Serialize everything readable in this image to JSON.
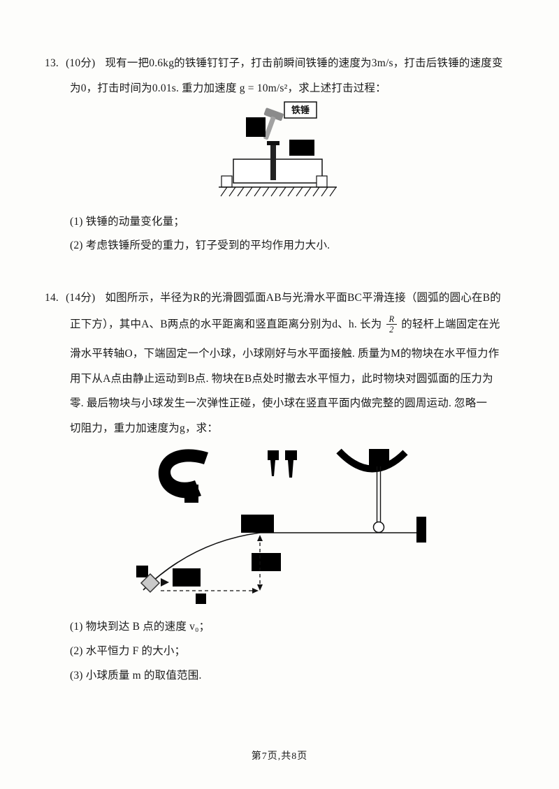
{
  "page": {
    "footer": "第7页,共8页"
  },
  "problem13": {
    "label": "13.",
    "score": "(10分)",
    "lines": {
      "l1": "现有一把0.6kg的铁锤钉钉子，打击前瞬间铁锤的速度为3m/s，打击后铁锤的速度变",
      "l2": "为0，打击时间为0.01s.  重力加速度 g = 10m/s²，求上述打击过程："
    },
    "figure": {
      "hammer_label": "铁锤"
    },
    "q1": "(1)  铁锤的动量变化量；",
    "q2": "(2)  考虑铁锤所受的重力，钉子受到的平均作用力大小."
  },
  "problem14": {
    "label": "14.",
    "score": "(14分)",
    "lines": {
      "l1": "如图所示，半径为R的光滑圆弧面AB与光滑水平面BC平滑连接（圆弧的圆心在B的",
      "l2a": "正下方），其中A、B两点的水平距离和竖直距离分别为d、h.  长为",
      "frac_num": "R",
      "frac_den": "2",
      "l2b": "的轻杆上端固定在光",
      "l3": "滑水平转轴O，下端固定一个小球，小球刚好与水平面接触.  质量为M的物块在水平恒力作",
      "l4": "用下从A点由静止运动到B点.  物块在B点处时撤去水平恒力，此时物块对圆弧面的压力为",
      "l5": "零.  最后物块与小球发生一次弹性正碰，使小球在竖直平面内做完整的圆周运动.  忽略一",
      "l6": "切阻力，重力加速度为g，求："
    },
    "q1": "(1)  物块到达 B 点的速度 v₀；",
    "q2": "(2)  水平恒力 F 的大小；",
    "q3": "(3)  小球质量 m 的取值范围."
  }
}
